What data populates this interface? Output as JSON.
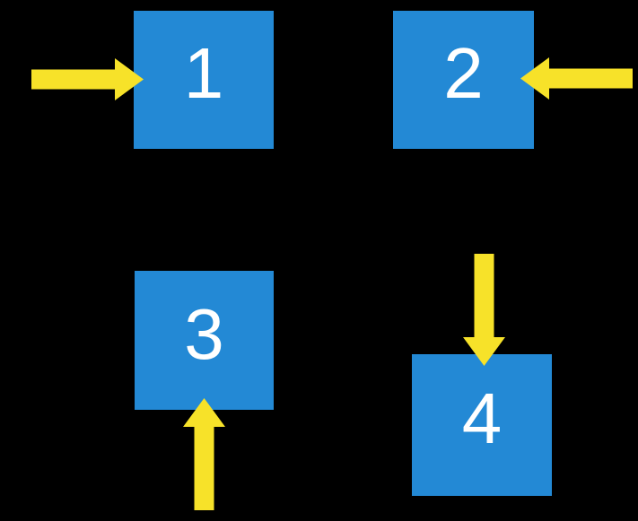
{
  "theme": {
    "background_color": "#000000",
    "square_color": "#2389D5",
    "arrow_color": "#F7E229",
    "number_color": "#FFFFFF"
  },
  "squares": [
    {
      "label": "1",
      "arrow_direction": "right",
      "arrow_enters_from": "left"
    },
    {
      "label": "2",
      "arrow_direction": "left",
      "arrow_enters_from": "right"
    },
    {
      "label": "3",
      "arrow_direction": "up",
      "arrow_enters_from": "bottom"
    },
    {
      "label": "4",
      "arrow_direction": "down",
      "arrow_enters_from": "top"
    }
  ]
}
